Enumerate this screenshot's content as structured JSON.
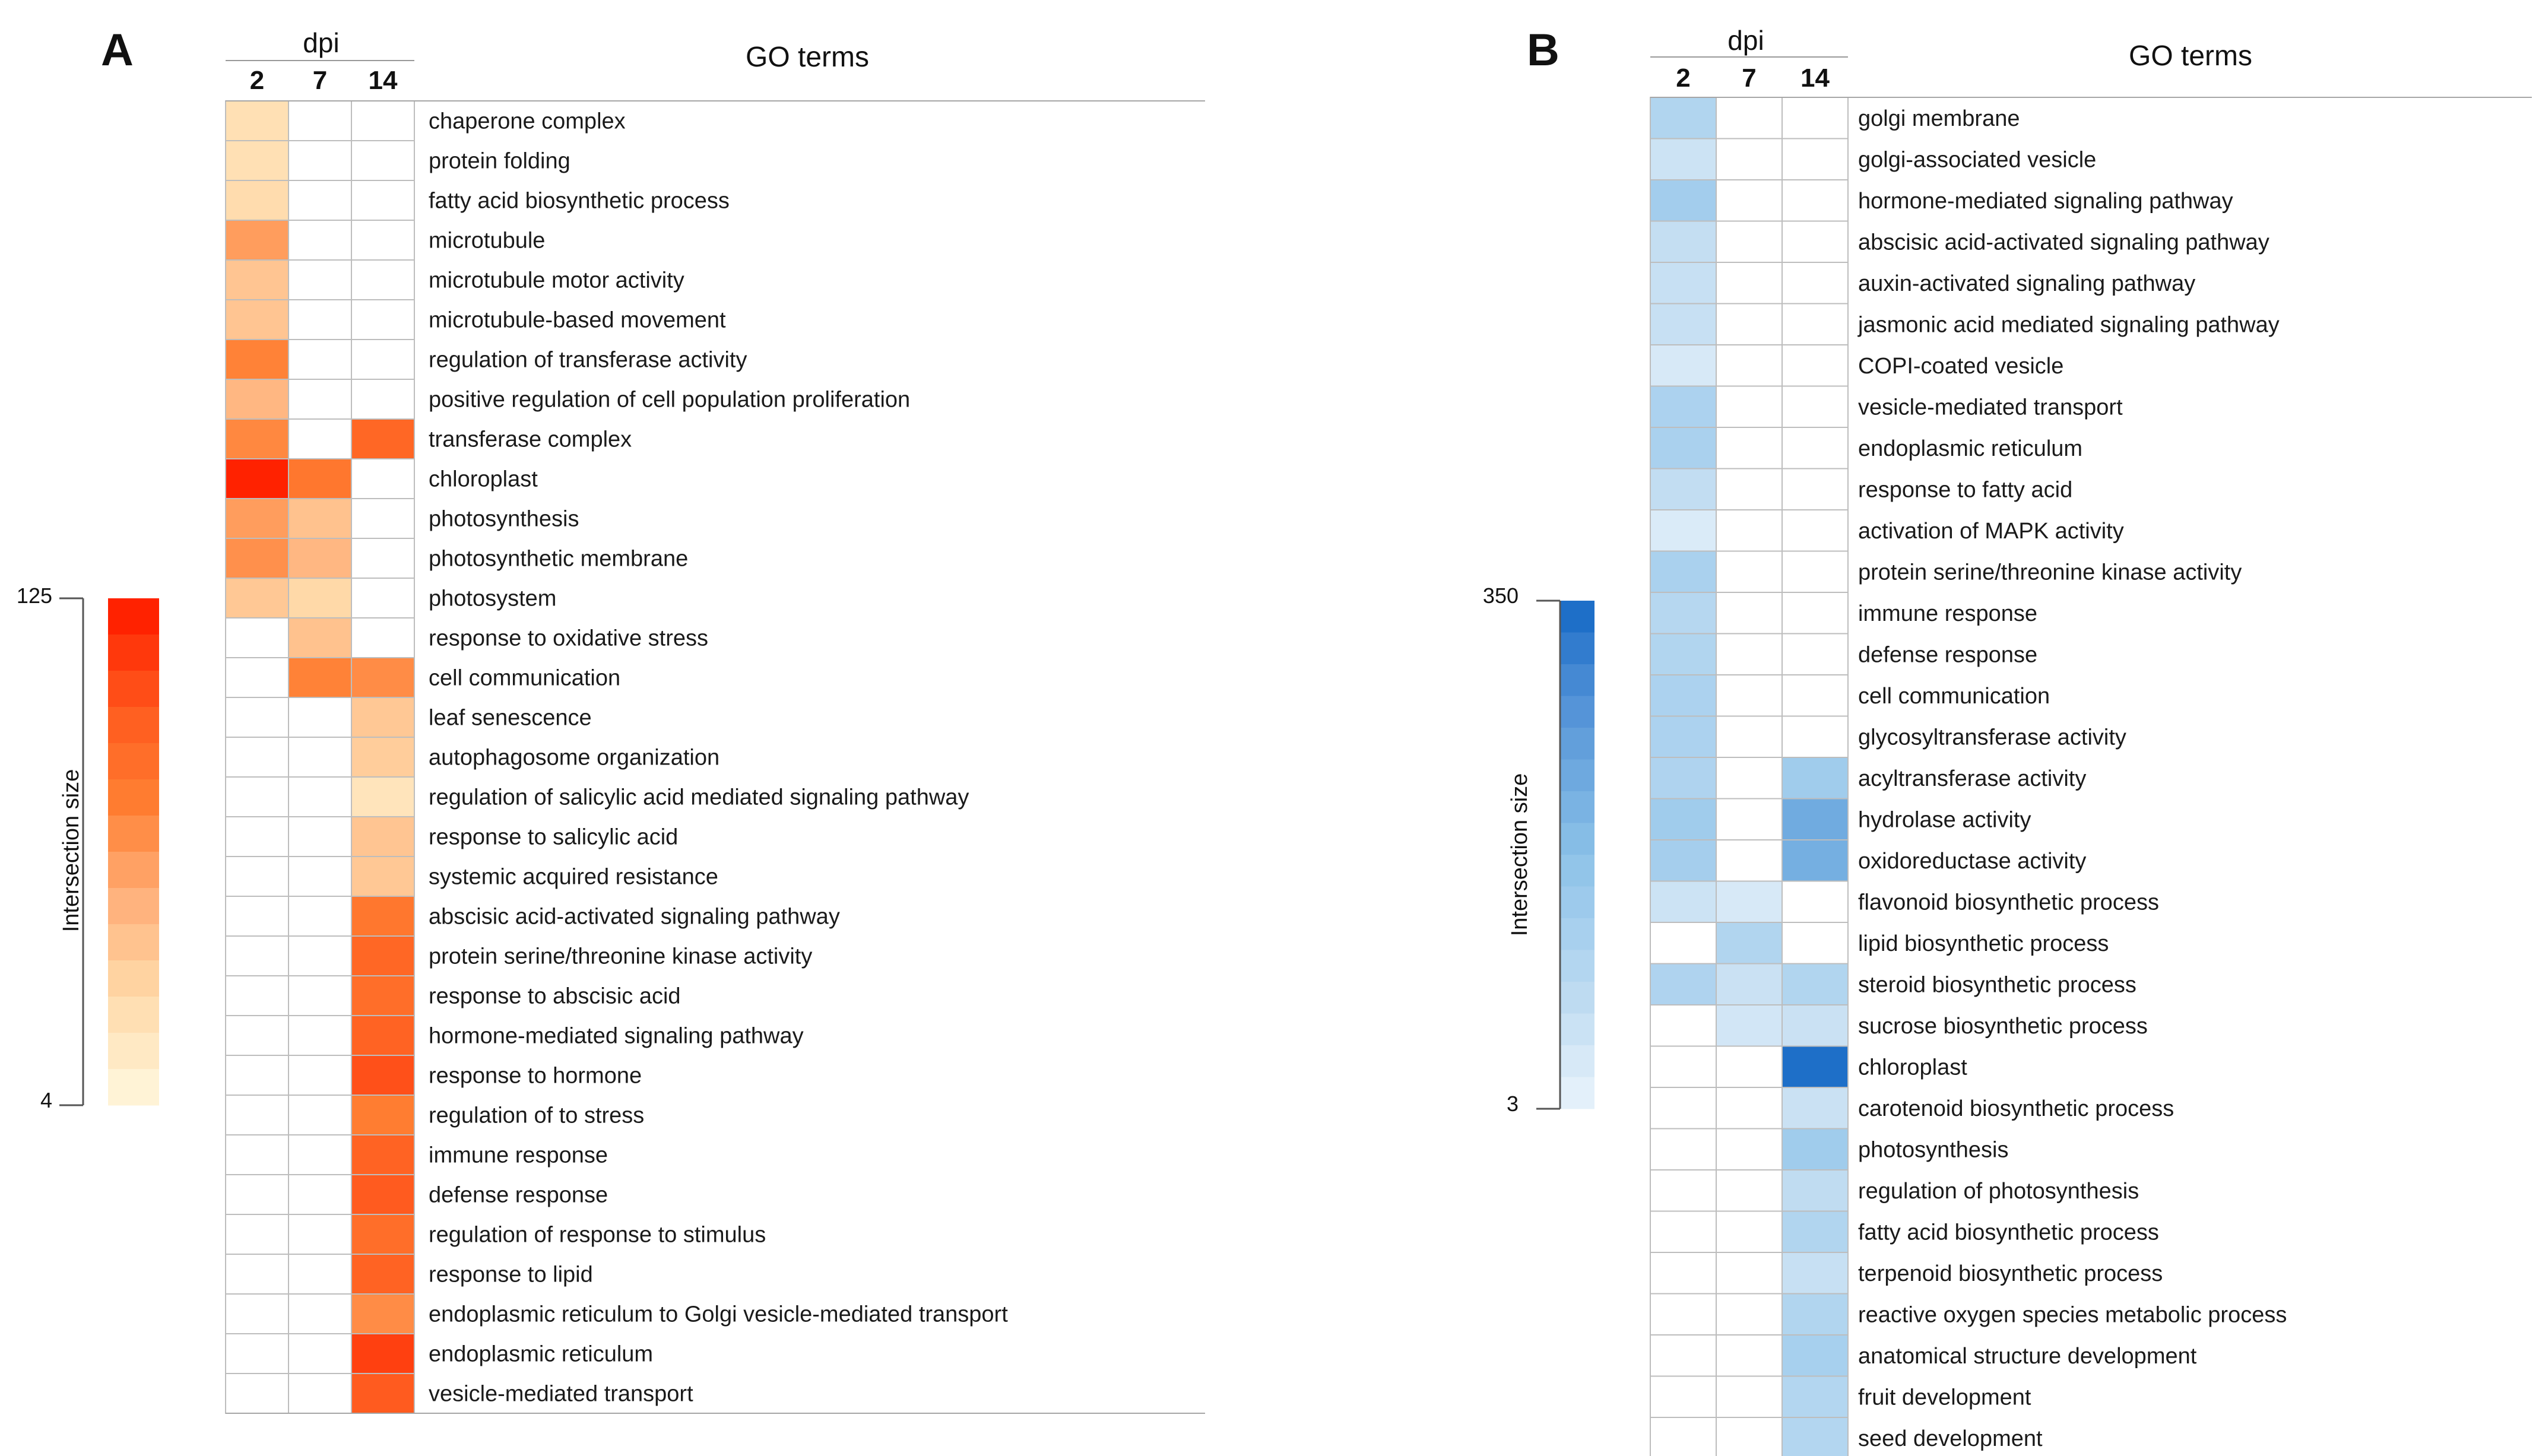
{
  "panels": [
    {
      "label": "A"
    },
    {
      "label": "B"
    }
  ],
  "chart_data": [
    {
      "type": "heatmap",
      "panel_label": "A",
      "column_group_label": "dpi",
      "columns": [
        "2",
        "7",
        "14"
      ],
      "row_header": "GO terms",
      "colorbar_label": "Intersection size",
      "colorbar_range": [
        4,
        125
      ],
      "colorbar_tick_labels": [
        "125",
        "4"
      ],
      "colormap": [
        "#fff3d6",
        "#ffd9a8",
        "#ffb07a",
        "#ff7f32",
        "#ff5a1e",
        "#ff2200"
      ],
      "rows": [
        {
          "term": "chaperone complex",
          "values": [
            22,
            null,
            null
          ]
        },
        {
          "term": "protein folding",
          "values": [
            22,
            null,
            null
          ]
        },
        {
          "term": "fatty acid biosynthetic process",
          "values": [
            25,
            null,
            null
          ]
        },
        {
          "term": "microtubule",
          "values": [
            62,
            null,
            null
          ]
        },
        {
          "term": "microtubule motor activity",
          "values": [
            40,
            null,
            null
          ]
        },
        {
          "term": "microtubule-based movement",
          "values": [
            40,
            null,
            null
          ]
        },
        {
          "term": "regulation of transferase  activity",
          "values": [
            75,
            null,
            null
          ]
        },
        {
          "term": "positive regulation of cell population proliferation",
          "values": [
            48,
            null,
            null
          ]
        },
        {
          "term": "transferase complex",
          "values": [
            72,
            null,
            92
          ]
        },
        {
          "term": "chloroplast",
          "values": [
            125,
            82,
            null
          ]
        },
        {
          "term": "photosynthesis",
          "values": [
            62,
            42,
            null
          ]
        },
        {
          "term": "photosynthetic membrane",
          "values": [
            68,
            48,
            null
          ]
        },
        {
          "term": "photosystem",
          "values": [
            38,
            28,
            null
          ]
        },
        {
          "term": "response to oxidative stress",
          "values": [
            null,
            42,
            null
          ]
        },
        {
          "term": "cell communication",
          "values": [
            null,
            75,
            70
          ]
        },
        {
          "term": "leaf senescence",
          "values": [
            null,
            null,
            38
          ]
        },
        {
          "term": "autophagosome organization",
          "values": [
            null,
            null,
            35
          ]
        },
        {
          "term": "regulation of salicylic acid mediated signaling pathway",
          "values": [
            null,
            null,
            18
          ]
        },
        {
          "term": "response to salicylic acid",
          "values": [
            null,
            null,
            40
          ]
        },
        {
          "term": "systemic acquired resistance",
          "values": [
            null,
            null,
            38
          ]
        },
        {
          "term": "abscisic acid-activated signaling pathway",
          "values": [
            null,
            null,
            82
          ]
        },
        {
          "term": "protein serine/threonine kinase activity",
          "values": [
            null,
            null,
            92
          ]
        },
        {
          "term": "response to abscisic acid",
          "values": [
            null,
            null,
            88
          ]
        },
        {
          "term": "hormone-mediated signaling pathway",
          "values": [
            null,
            null,
            95
          ]
        },
        {
          "term": "response to hormone",
          "values": [
            null,
            null,
            105
          ]
        },
        {
          "term": "regulation of to stress",
          "values": [
            null,
            null,
            78
          ]
        },
        {
          "term": "immune response",
          "values": [
            null,
            null,
            95
          ]
        },
        {
          "term": "defense response",
          "values": [
            null,
            null,
            100
          ]
        },
        {
          "term": "regulation of response to stimulus",
          "values": [
            null,
            null,
            88
          ]
        },
        {
          "term": "response to lipid",
          "values": [
            null,
            null,
            95
          ]
        },
        {
          "term": "endoplasmic reticulum to Golgi vesicle-mediated transport",
          "values": [
            null,
            null,
            70
          ]
        },
        {
          "term": "endoplasmic reticulum",
          "values": [
            null,
            null,
            112
          ]
        },
        {
          "term": "vesicle-mediated transport",
          "values": [
            null,
            null,
            100
          ]
        }
      ]
    },
    {
      "type": "heatmap",
      "panel_label": "B",
      "column_group_label": "dpi",
      "columns": [
        "2",
        "7",
        "14"
      ],
      "row_header": "GO terms",
      "colorbar_label": "Intersection size",
      "colorbar_range": [
        3,
        350
      ],
      "colorbar_tick_labels": [
        "350",
        "3"
      ],
      "colormap": [
        "#e3f0fa",
        "#c4def2",
        "#a8d0ee",
        "#8cc2e8",
        "#6ea9df",
        "#4f8fd6",
        "#1e6fc8"
      ],
      "rows": [
        {
          "term": "golgi membrane",
          "values": [
            100,
            null,
            null
          ]
        },
        {
          "term": "golgi-associated vesicle",
          "values": [
            45,
            null,
            null
          ]
        },
        {
          "term": "hormone-mediated signaling pathway",
          "values": [
            130,
            null,
            null
          ]
        },
        {
          "term": "abscisic acid-activated signaling pathway",
          "values": [
            60,
            null,
            null
          ]
        },
        {
          "term": "auxin-activated signaling pathway",
          "values": [
            55,
            null,
            null
          ]
        },
        {
          "term": "jasmonic acid mediated signaling pathway",
          "values": [
            55,
            null,
            null
          ]
        },
        {
          "term": "COPI-coated vesicle",
          "values": [
            25,
            null,
            null
          ]
        },
        {
          "term": "vesicle-mediated transport",
          "values": [
            110,
            null,
            null
          ]
        },
        {
          "term": "endoplasmic reticulum",
          "values": [
            115,
            null,
            null
          ]
        },
        {
          "term": "response to fatty acid",
          "values": [
            65,
            null,
            null
          ]
        },
        {
          "term": "activation of MAPK activity",
          "values": [
            20,
            null,
            null
          ]
        },
        {
          "term": "protein serine/threonine kinase activity",
          "values": [
            115,
            null,
            null
          ]
        },
        {
          "term": "immune response",
          "values": [
            90,
            null,
            null
          ]
        },
        {
          "term": "defense response",
          "values": [
            100,
            null,
            null
          ]
        },
        {
          "term": "cell communication",
          "values": [
            110,
            null,
            null
          ]
        },
        {
          "term": "glycosyltransferase activity",
          "values": [
            110,
            null,
            null
          ]
        },
        {
          "term": "acyltransferase activity",
          "values": [
            105,
            null,
            135
          ]
        },
        {
          "term": "hydrolase activity",
          "values": [
            135,
            null,
            230
          ]
        },
        {
          "term": "oxidoreductase activity",
          "values": [
            125,
            null,
            220
          ]
        },
        {
          "term": "flavonoid biosynthetic process",
          "values": [
            45,
            25,
            null
          ]
        },
        {
          "term": "lipid biosynthetic process",
          "values": [
            null,
            100,
            null
          ]
        },
        {
          "term": "steroid biosynthetic process",
          "values": [
            105,
            50,
            100
          ]
        },
        {
          "term": "sucrose biosynthetic process",
          "values": [
            null,
            35,
            50
          ]
        },
        {
          "term": "chloroplast",
          "values": [
            null,
            null,
            350
          ]
        },
        {
          "term": "carotenoid biosynthetic process",
          "values": [
            null,
            null,
            50
          ]
        },
        {
          "term": "photosynthesis",
          "values": [
            null,
            null,
            135
          ]
        },
        {
          "term": "regulation of photosynthesis",
          "values": [
            null,
            null,
            70
          ]
        },
        {
          "term": "fatty acid biosynthetic process",
          "values": [
            null,
            null,
            100
          ]
        },
        {
          "term": "terpenoid biosynthetic process",
          "values": [
            null,
            null,
            55
          ]
        },
        {
          "term": "reactive oxygen species metabolic process",
          "values": [
            null,
            null,
            100
          ]
        },
        {
          "term": "anatomical structure development",
          "values": [
            null,
            null,
            120
          ]
        },
        {
          "term": "fruit development",
          "values": [
            null,
            null,
            95
          ]
        },
        {
          "term": "seed development",
          "values": [
            null,
            null,
            95
          ]
        }
      ]
    }
  ]
}
